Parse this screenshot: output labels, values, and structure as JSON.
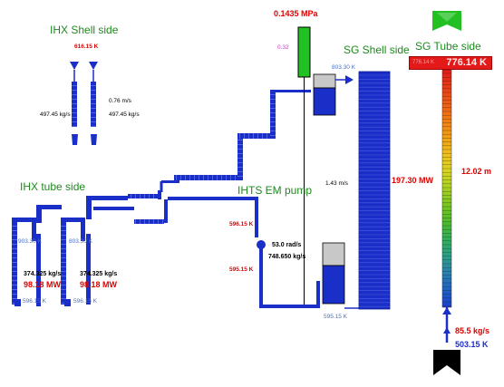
{
  "labels": {
    "ihx_shell_side": "IHX Shell side",
    "ihx_tube_side": "IHX tube side",
    "ihts_em_pump": "IHTS EM pump",
    "sg_shell_side": "SG Shell side",
    "sg_tube_side": "SG Tube side"
  },
  "readings": {
    "pressure": "0.1435 MPa",
    "surge_tank_level": "0.32",
    "ihx_shell_inlet_temp": "616.15 K",
    "ihx_shell_velocity": "0.76 m/s",
    "ihx_shell_flow_left": "497.45 kg/s",
    "ihx_shell_flow_right": "497.45 kg/s",
    "ihx1_inlet_temp": "903.30 K",
    "ihx2_inlet_temp": "803.30 K",
    "ihx1_flow": "374.325 kg/s",
    "ihx2_flow": "374.325 kg/s",
    "ihx1_power": "98.18 MW",
    "ihx2_power": "98.18 MW",
    "ihx1_outlet_temp": "596.15 K",
    "ihx2_outlet_temp": "596.15 K",
    "pump_inlet_temp": "596.15 K",
    "pump_outlet_temp": "595.15 K",
    "pump_speed": "53.0 rad/s",
    "pump_flow": "748.650 kg/s",
    "sg_shell_velocity": "1.43 m/s",
    "sg_shell_inlet_temp": "803.30 K",
    "sg_shell_outlet_temp": "595.15 K",
    "sg_power": "197.30 MW",
    "sg_tube_length": "12.02 m",
    "sg_tube_flow": "85.5 kg/s",
    "sg_tube_inlet_temp": "503.15 K",
    "sg_tube_outlet_temp_dim": "776.14 K",
    "sg_tube_outlet_temp": "776.14 K"
  },
  "colors": {
    "pipe": "#1a2ec8",
    "label_green": "#1e8a1e",
    "value_red": "#e00000",
    "steam_green": "#22c022",
    "tank_gray": "#c8c8c8"
  },
  "sg_tube_gradient": [
    "#e41a1a",
    "#ec3b16",
    "#f05c12",
    "#f47e10",
    "#f5a012",
    "#f0c21a",
    "#d9d61e",
    "#a8d21e",
    "#78c71c",
    "#4cbc2c",
    "#30b05a",
    "#2aa08a",
    "#2680b0",
    "#2060c4",
    "#1a40d0"
  ]
}
